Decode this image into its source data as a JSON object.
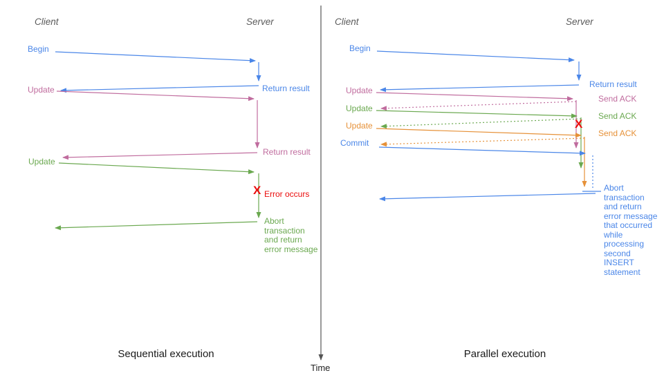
{
  "colors": {
    "blue": "#4a86e8",
    "pink": "#c06c9e",
    "green": "#6aa84f",
    "orange": "#e69138",
    "red": "#ea0c0c",
    "header_gray": "#5a5a5a",
    "title_black": "#1a1a1a"
  },
  "time_axis": {
    "label": "Time"
  },
  "sequential": {
    "title": "Sequential execution",
    "client_header": "Client",
    "server_header": "Server",
    "messages": {
      "begin": "Begin",
      "return_result_1": "Return result",
      "update_1": "Update",
      "return_result_2": "Return result",
      "update_2": "Update",
      "error_icon": "X",
      "error_label": "Error occurs",
      "abort_note": "Abort\ntransaction\nand return\nerror message"
    }
  },
  "parallel": {
    "title": "Parallel execution",
    "client_header": "Client",
    "server_header": "Server",
    "messages": {
      "begin": "Begin",
      "return_result": "Return result",
      "update_1": "Update",
      "ack_1": "Send ACK",
      "update_2": "Update",
      "ack_2": "Send ACK",
      "update_3": "Update",
      "ack_3": "Send ACK",
      "commit": "Commit",
      "error_icon": "X",
      "abort_note": "Abort\ntransaction\nand return\nerror message\nthat occurred\nwhile\nprocessing\nsecond\nINSERT\nstatement"
    }
  }
}
